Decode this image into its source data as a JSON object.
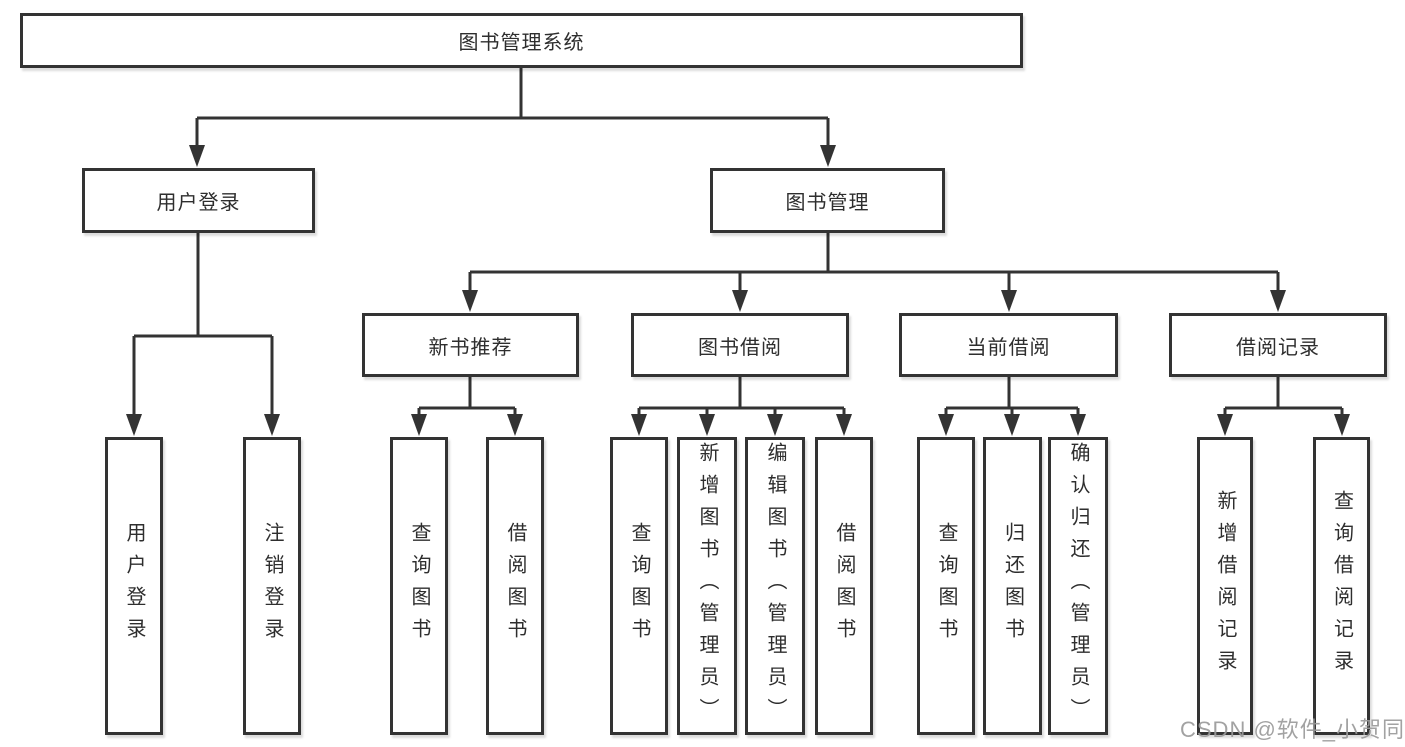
{
  "diagram_title": "图书管理系统",
  "colors": {
    "line": "#333333",
    "box_border": "#333333",
    "text": "#2e2e2e",
    "background": "#ffffff",
    "watermark": "#9b9b9b"
  },
  "nodes": {
    "root": "图书管理系统",
    "level2": {
      "user": "用户登录",
      "book": "图书管理"
    },
    "level3": {
      "recommend": "新书推荐",
      "borrow": "图书借阅",
      "current": "当前借阅",
      "records": "借阅记录"
    },
    "leaves": {
      "user": [
        "用户登录",
        "注销登录"
      ],
      "recommend": [
        "查询图书",
        "借阅图书"
      ],
      "borrow": [
        "查询图书",
        "新增图书（管理员）",
        "编辑图书（管理员）",
        "借阅图书"
      ],
      "current": [
        "查询图书",
        "归还图书",
        "确认归还（管理员）"
      ],
      "records": [
        "新增借阅记录",
        "查询借阅记录"
      ]
    }
  },
  "watermark": "CSDN @软件_小贺同学"
}
